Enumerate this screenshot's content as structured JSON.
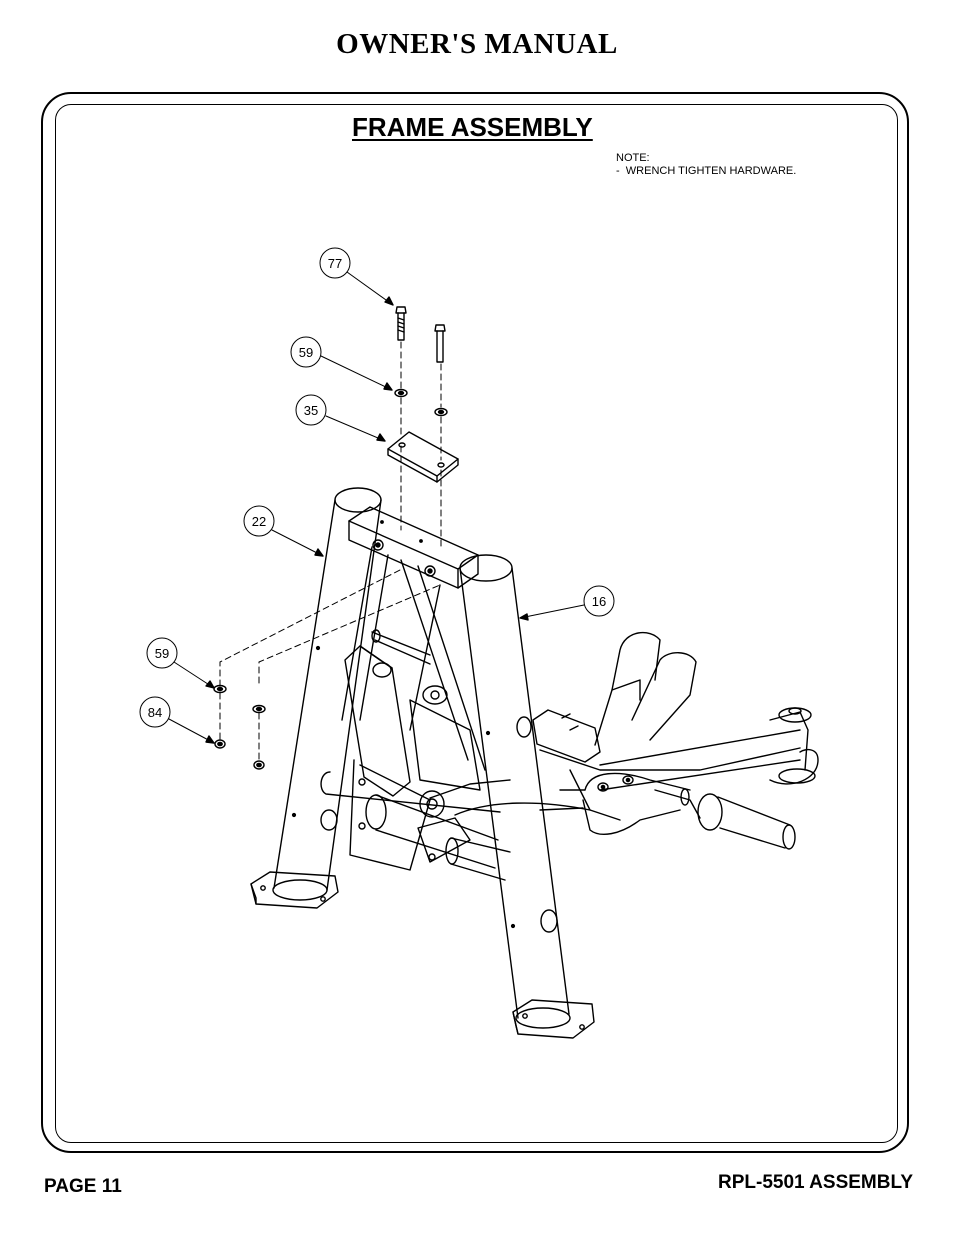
{
  "header": {
    "title": "OWNER'S MANUAL"
  },
  "section": {
    "title": "FRAME ASSEMBLY"
  },
  "note": {
    "heading": "NOTE:",
    "line": "-  WRENCH TIGHTEN HARDWARE."
  },
  "callouts": [
    "77",
    "59",
    "35",
    "22",
    "16",
    "59",
    "84"
  ],
  "footer": {
    "page": "PAGE 11",
    "doc": "RPL-5501 ASSEMBLY"
  }
}
